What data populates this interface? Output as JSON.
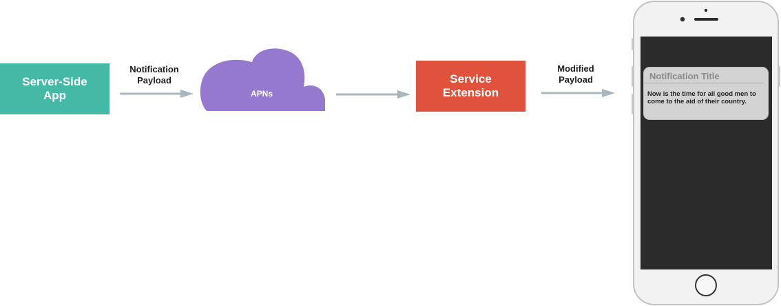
{
  "nodes": {
    "server_app": "Server-Side\nApp",
    "apns": "APNs",
    "service_extension": "Service\nExtension"
  },
  "edges": {
    "notification_payload": "Notification\nPayload",
    "modified_payload": "Modified\nPayload"
  },
  "notification": {
    "title": "Notification Title",
    "body": "Now is the time for all good men to come to the aid of their country."
  },
  "colors": {
    "server_app": "#44b9a6",
    "apns_cloud": "#9579cf",
    "service_extension": "#e1523c",
    "arrow": "#a9b6be",
    "phone_screen": "#2b2b2b"
  },
  "icons": {
    "phone": "smartphone-icon",
    "cloud": "cloud-icon",
    "arrow": "arrow-right-icon"
  }
}
